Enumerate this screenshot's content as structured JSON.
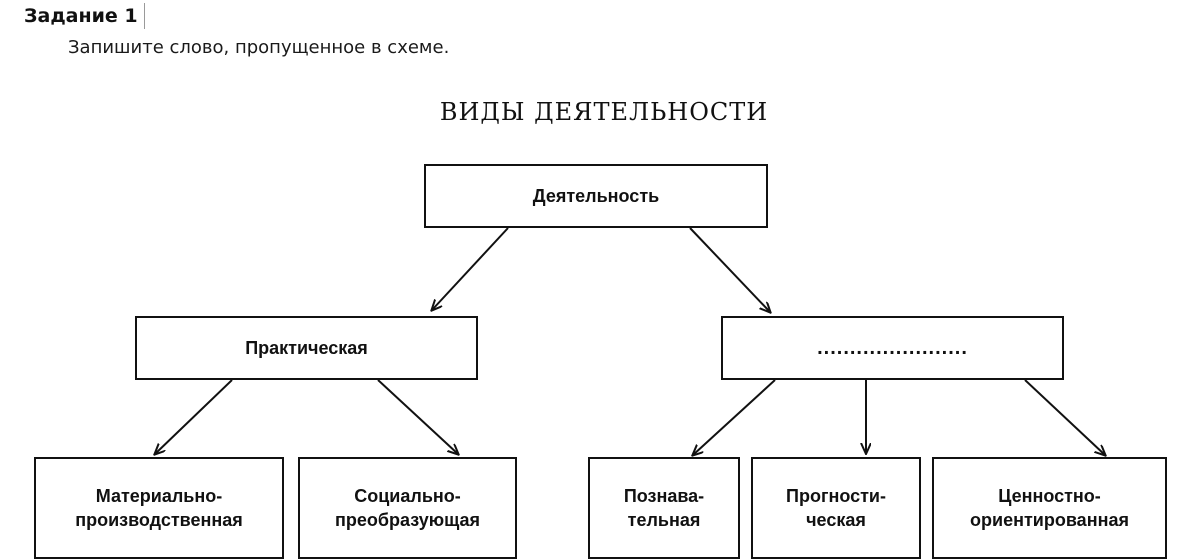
{
  "task": {
    "header": "Задание 1",
    "instruction": "Запишите слово, пропущенное в схеме."
  },
  "scheme": {
    "title": "ВИДЫ ДЕЯТЕЛЬНОСТИ",
    "root": "Деятельность",
    "level2": {
      "left": "Практическая",
      "right": "......................."
    },
    "leaves": {
      "material": "Материально-\nпроизводственная",
      "social": "Социально-\nпреобразующая",
      "cognitive": "Познава-\nтельная",
      "prognostic": "Прогности-\nческая",
      "value": "Ценностно-\nориентированная"
    }
  }
}
